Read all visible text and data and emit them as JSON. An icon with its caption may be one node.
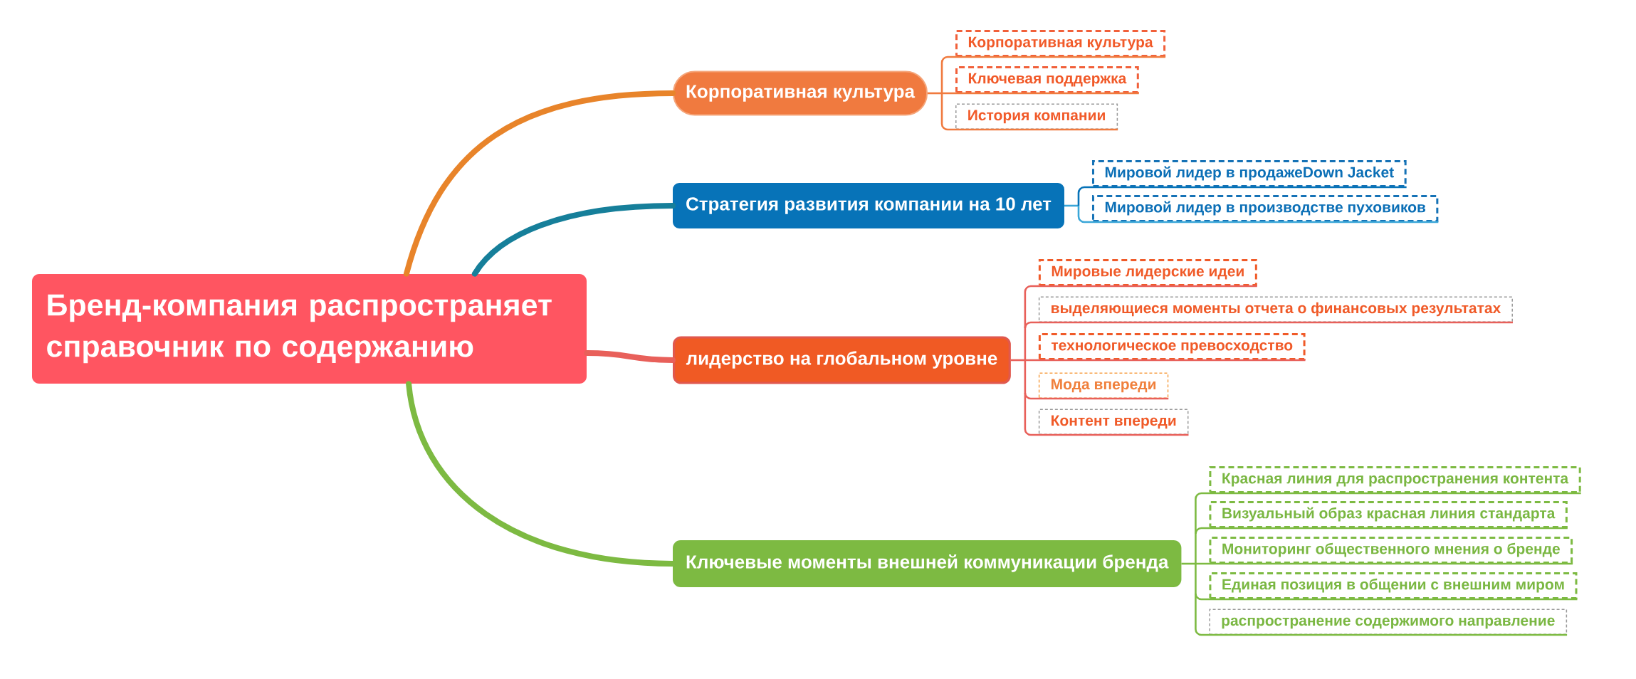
{
  "diagram": {
    "nodes": [
      {
        "text": [
          "Бренд-компания распространяет справочник по содержанию"
        ]
      },
      {
        "text": [
          "Корпоративная культура"
        ]
      },
      {
        "text": [
          "Корпоративная культура"
        ]
      },
      {
        "text": [
          "Ключевая поддержка"
        ]
      },
      {
        "text": [
          "История компании"
        ]
      },
      {
        "text": [
          "Стратегия развития компании на 10 лет"
        ]
      },
      {
        "text": [
          "Мировой лидер в продажеDown Jacket"
        ]
      },
      {
        "text": [
          "Мировой лидер в производстве пуховиков"
        ]
      },
      {
        "text": [
          "лидерство на глобальном уровне"
        ]
      },
      {
        "text": [
          "Мировые лидерские идеи"
        ]
      },
      {
        "text": [
          "выделяющиеся моменты отчета о финансовых результатах"
        ]
      },
      {
        "text": [
          "технологическое превосходство"
        ]
      },
      {
        "text": [
          "Мода впереди"
        ]
      },
      {
        "text": [
          "Контент впереди"
        ]
      },
      {
        "text": [
          "Ключевые моменты внешней коммуникации бренда"
        ]
      },
      {
        "text": [
          "Красная линия для распространения контента"
        ]
      },
      {
        "text": [
          "Визуальный образ красная линия стандарта"
        ]
      },
      {
        "text": [
          "Мониторинг общественного мнения о бренде"
        ]
      },
      {
        "text": [
          "Единая позиция в общении с внешним миром"
        ]
      },
      {
        "text": [
          "распространение содержимого направление"
        ]
      }
    ],
    "edges": [
      {
        "from": 0,
        "to": 1,
        "arrow": "none",
        "style": "thick",
        "color": "#e8842a"
      },
      {
        "from": 0,
        "to": 5,
        "arrow": "none",
        "style": "thick",
        "color": "#167f9a"
      },
      {
        "from": 0,
        "to": 8,
        "arrow": "none",
        "style": "thick",
        "color": "#e8605a"
      },
      {
        "from": 0,
        "to": 14,
        "arrow": "none",
        "style": "thick",
        "color": "#7dba42"
      },
      {
        "from": 1,
        "to": 2,
        "arrow": "none",
        "color": "#f07a3e"
      },
      {
        "from": 1,
        "to": 3,
        "arrow": "none",
        "color": "#f07a3e"
      },
      {
        "from": 1,
        "to": 4,
        "arrow": "none",
        "color": "#f07a3e"
      },
      {
        "from": 5,
        "to": 6,
        "arrow": "none",
        "color": "#0773b8"
      },
      {
        "from": 5,
        "to": 7,
        "arrow": "none",
        "color": "#3aa6d8"
      },
      {
        "from": 8,
        "to": 9,
        "arrow": "none",
        "color": "#e8605a"
      },
      {
        "from": 8,
        "to": 10,
        "arrow": "none",
        "color": "#e8605a"
      },
      {
        "from": 8,
        "to": 11,
        "arrow": "none",
        "color": "#e8605a"
      },
      {
        "from": 8,
        "to": 12,
        "arrow": "none",
        "color": "#e8605a"
      },
      {
        "from": 8,
        "to": 13,
        "arrow": "none",
        "color": "#e8605a"
      },
      {
        "from": 14,
        "to": 15,
        "arrow": "none",
        "color": "#7dba42"
      },
      {
        "from": 14,
        "to": 16,
        "arrow": "none",
        "color": "#7dba42"
      },
      {
        "from": 14,
        "to": 17,
        "arrow": "none",
        "color": "#7dba42"
      },
      {
        "from": 14,
        "to": 18,
        "arrow": "none",
        "color": "#7dba42"
      },
      {
        "from": 14,
        "to": 19,
        "arrow": "none",
        "color": "#7dba42"
      }
    ]
  }
}
